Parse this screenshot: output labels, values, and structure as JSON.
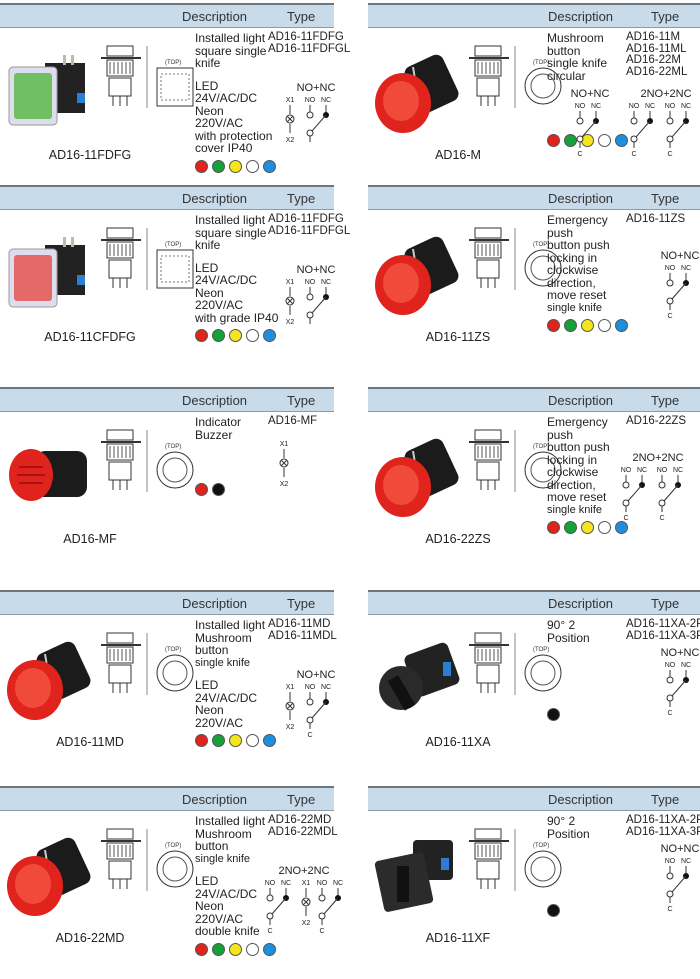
{
  "header": {
    "description": "Description",
    "type": "Type"
  },
  "colors": {
    "red": "#e0231c",
    "green": "#15a03a",
    "yellow": "#f5e51a",
    "white": "#ffffff",
    "blue": "#1e8fe0",
    "black": "#111111"
  },
  "drawing_labels": {
    "top": "(TOP)"
  },
  "cells": [
    {
      "col": "L",
      "name": "AD16-11FDFG",
      "product": "square-green",
      "desc1": [
        "Installed light",
        "square single",
        "knife"
      ],
      "desc2": [
        "LED",
        "24V/AC/DC",
        "Neon",
        "220V/AC",
        "with protection",
        "cover IP40"
      ],
      "types": [
        "AD16-11FDFG",
        "AD16-11FDFGL"
      ],
      "dots": [
        "red",
        "green",
        "yellow",
        "white",
        "blue"
      ],
      "diagrams": [
        {
          "kind": "lamp-nonc",
          "title": "NO+NC",
          "labels": [
            "X1",
            "X2",
            "NO",
            "NC"
          ]
        }
      ]
    },
    {
      "col": "R",
      "name": "AD16-M",
      "product": "mushroom",
      "desc1": [
        "Mushroom",
        "button",
        "single knife",
        "circular"
      ],
      "desc2": [],
      "types": [
        "AD16-11M",
        "AD16-11ML",
        "AD16-22M",
        "AD16-22ML"
      ],
      "dots": [
        "red",
        "green",
        "yellow",
        "white",
        "blue"
      ],
      "diagrams": [
        {
          "kind": "nonc",
          "title": "NO+NC",
          "labels": [
            "NO",
            "NC",
            "C"
          ]
        },
        {
          "kind": "2no2nc",
          "title": "2NO+2NC",
          "labels": [
            "NO",
            "NC",
            "NO",
            "NC",
            "C",
            "C"
          ]
        }
      ]
    },
    {
      "col": "L",
      "name": "AD16-11CFDFG",
      "product": "square-red",
      "desc1": [
        "Installed light",
        "square single",
        "knife"
      ],
      "desc2": [
        "LED",
        "24V/AC/DC",
        "Neon",
        "220V/AC",
        "with grade IP40"
      ],
      "types": [
        "AD16-11FDFG",
        "AD16-11FDFGL"
      ],
      "dots": [
        "red",
        "green",
        "yellow",
        "white",
        "blue"
      ],
      "diagrams": [
        {
          "kind": "lamp-nonc",
          "title": "NO+NC",
          "labels": [
            "X1",
            "X2",
            "NO",
            "NC"
          ]
        }
      ]
    },
    {
      "col": "R",
      "name": "AD16-11ZS",
      "product": "emergency",
      "desc1": [
        "Emergency",
        "push",
        "button push",
        "locking in",
        "clockwise",
        "direction,",
        "move reset"
      ],
      "desc2small": "single knife",
      "types": [
        "AD16-11ZS"
      ],
      "dots": [
        "red",
        "green",
        "yellow",
        "white",
        "blue"
      ],
      "diagrams": [
        {
          "kind": "nonc",
          "title": "NO+NC",
          "labels": [
            "NO",
            "NC",
            "C"
          ]
        }
      ]
    },
    {
      "col": "L",
      "name": "AD16-MF",
      "product": "buzzer",
      "desc1": [
        "Indicator",
        "Buzzer"
      ],
      "desc2": [],
      "types": [
        "AD16-MF"
      ],
      "dots": [
        "red",
        "black"
      ],
      "diagrams": [
        {
          "kind": "lamp",
          "title": "",
          "labels": [
            "X1",
            "X2"
          ]
        }
      ]
    },
    {
      "col": "R",
      "name": "AD16-22ZS",
      "product": "emergency",
      "desc1": [
        "Emergency",
        "push",
        "button push",
        "locking in",
        "clockwise",
        "direction,",
        "move reset"
      ],
      "desc2small": "single knife",
      "types": [
        "AD16-22ZS"
      ],
      "dots": [
        "red",
        "green",
        "yellow",
        "white",
        "blue"
      ],
      "diagrams": [
        {
          "kind": "2no2nc",
          "title": "2NO+2NC",
          "labels": [
            "NO",
            "NC",
            "NO",
            "NC",
            "C",
            "C"
          ]
        }
      ]
    },
    {
      "col": "L",
      "name": "AD16-11MD",
      "product": "mushroom",
      "desc1": [
        "Installed light",
        "Mushroom",
        "button"
      ],
      "desc2small": "single knife",
      "desc2": [
        "LED",
        "24V/AC/DC",
        "Neon",
        "220V/AC"
      ],
      "types": [
        "AD16-11MD",
        "AD16-11MDL"
      ],
      "dots": [
        "red",
        "green",
        "yellow",
        "white",
        "blue"
      ],
      "diagrams": [
        {
          "kind": "lamp-nonc",
          "title": "NO+NC",
          "labels": [
            "X1",
            "X2",
            "NO",
            "NC",
            "C"
          ]
        }
      ]
    },
    {
      "col": "R",
      "name": "AD16-11XA",
      "product": "selector",
      "desc1": [
        "90° 2",
        "Position"
      ],
      "desc2": [],
      "types": [
        "AD16-11XA-2P",
        "AD16-11XA-3P"
      ],
      "dots": [
        "black"
      ],
      "diagrams": [
        {
          "kind": "nonc",
          "title": "NO+NC",
          "labels": [
            "NO",
            "NC",
            "C"
          ]
        }
      ]
    },
    {
      "col": "L",
      "name": "AD16-22MD",
      "product": "mushroom",
      "desc1": [
        "Installed light",
        "Mushroom",
        "button"
      ],
      "desc2small": "single knife",
      "desc2": [
        "LED",
        "24V/AC/DC",
        "Neon",
        "220V/AC",
        "double knife"
      ],
      "types": [
        "AD16-22MD",
        "AD16-22MDL"
      ],
      "dots": [
        "red",
        "green",
        "yellow",
        "white",
        "blue"
      ],
      "diagrams": [
        {
          "kind": "2no2nc-lamp",
          "title": "2NO+2NC",
          "labels": [
            "NO",
            "NC",
            "X1",
            "NO",
            "NC",
            "X2",
            "C",
            "C"
          ]
        }
      ]
    },
    {
      "col": "R",
      "name": "AD16-11XF",
      "product": "selector-square",
      "desc1": [
        "90° 2",
        "Position"
      ],
      "desc2": [],
      "types": [
        "AD16-11XA-2P",
        "AD16-11XA-3P"
      ],
      "dots": [
        "black"
      ],
      "diagrams": [
        {
          "kind": "nonc",
          "title": "NO+NC",
          "labels": [
            "NO",
            "NC",
            "C"
          ]
        }
      ]
    }
  ]
}
